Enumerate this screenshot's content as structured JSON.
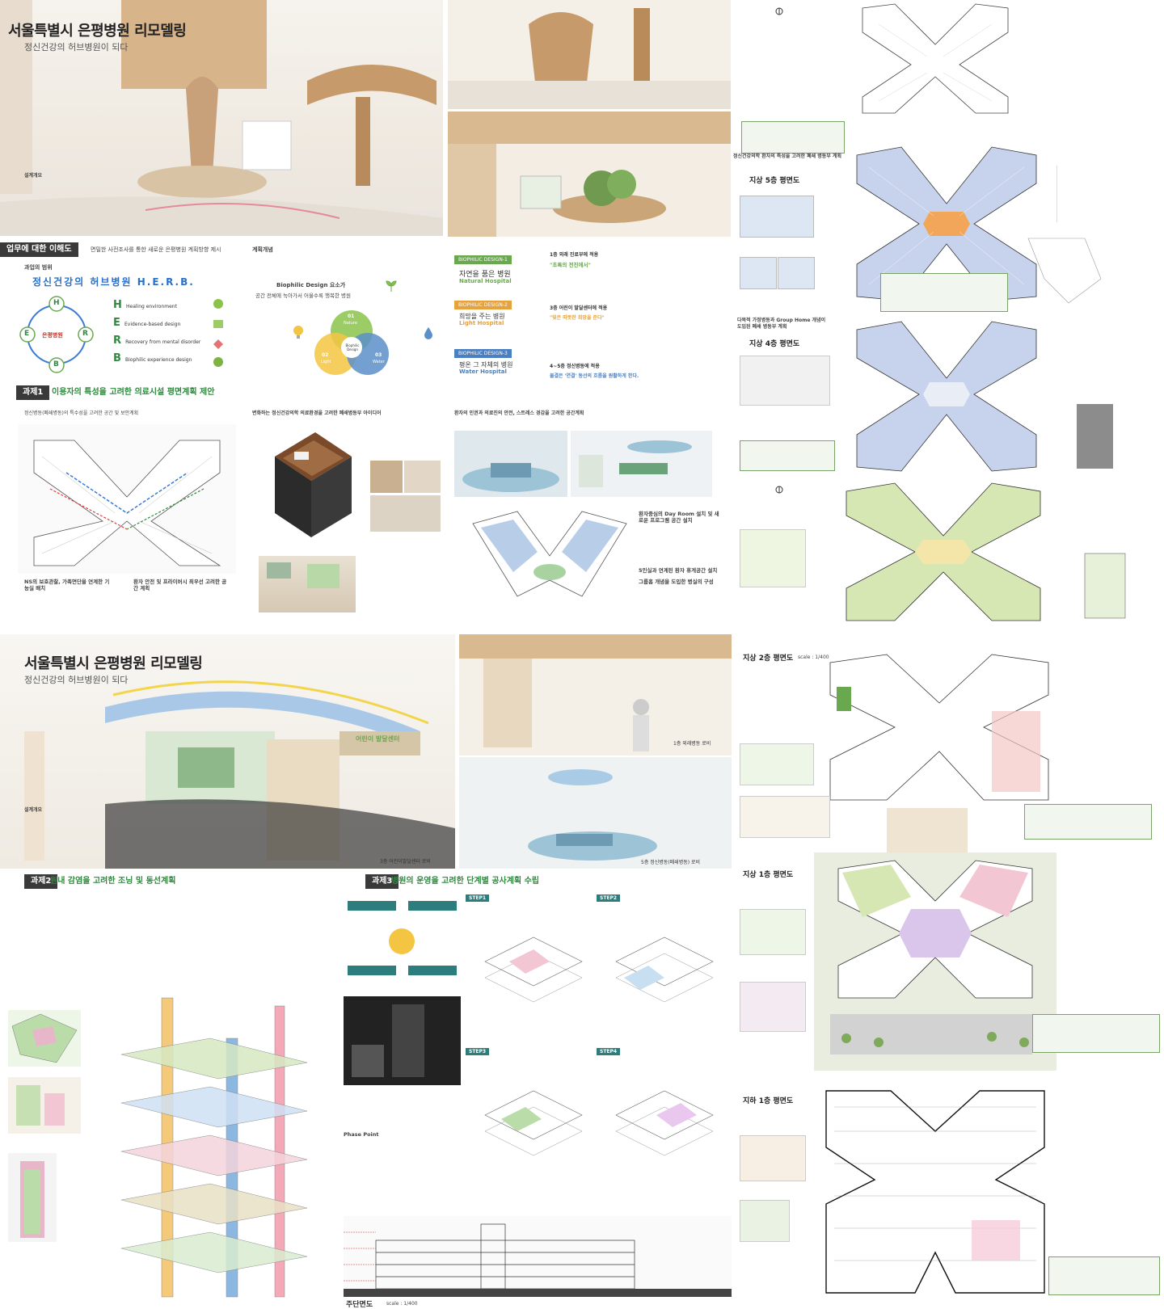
{
  "board1": {
    "title": "서울특별시 은평병원 리모델링",
    "subtitle": "정신건강의 허브병원이 되다",
    "overview_title": "설계개요",
    "section_understanding": "업무에 대한 이해도",
    "section_understanding_desc": "면밀한 사전조사를 통한 새로운 은평병원 계획방향 제시",
    "scope_title": "과업의 범위",
    "herb_title": "정신건강의 허브병원 H.E.R.B.",
    "herb_center": "은평병원",
    "herb_items": [
      {
        "letter": "H",
        "label": "Healing environment"
      },
      {
        "letter": "E",
        "label": "Evidence-based design"
      },
      {
        "letter": "R",
        "label": "Recovery from mental disorder"
      },
      {
        "letter": "B",
        "label": "Biophilic experience design"
      }
    ],
    "concept_title": "계획개념",
    "biophilic_title": "Biophilic Design 요소가",
    "biophilic_sub": "공간 전체에 녹아가서 어울수록 행복한 병원",
    "venn": [
      {
        "num": "01",
        "label": "Nature"
      },
      {
        "num": "02",
        "label": "Light"
      },
      {
        "num": "03",
        "label": "Water"
      }
    ],
    "venn_center": "Biophilic Design",
    "design_items": [
      {
        "badge": "BIOPHILIC DESIGN-1",
        "title": "자연을 품은 병원",
        "en": "Natural Hospital",
        "floor": "1층 외래 진료부에 적용",
        "quote": "\"초록의 전진에서\""
      },
      {
        "badge": "BIOPHILIC DESIGN-2",
        "title": "희망을 주는 병원",
        "en": "Light Hospital",
        "floor": "3층 어린이 발달센터에 적용",
        "quote": "\"빛은 따뜻한 희망을 준다\""
      },
      {
        "badge": "BIOPHILIC DESIGN-3",
        "title": "평온 그 자체의 병원",
        "en": "Water Hospital",
        "floor": "4~5층 정신병동에 적용",
        "quote": "물결은 '연결' 동선의 흐름을 원활하게 한다."
      }
    ],
    "task1_band": "과제1",
    "task1_title": "이용자의 특성을 고려한 의료시설 평면계획 제안",
    "task1_sub1": "정신병동(폐쇄병동)의 특수성을 고려한 공간 및 보안계획",
    "task1_sub2": "변화하는 정신건강의학 의료환경을 고려한 폐쇄병동부 아이디어",
    "task1_sub3": "환자의 인권과 의료진의 안전, 스트레스 경감을 고려한 공간계획",
    "ns_title": "NS의 보호관찰, 가족면단을 연계한 기능실 배치",
    "safe_title": "환자 안전 및 프라이버시 최우선 고려한 공간 계획",
    "dayroom_title": "환자중심의 Day Room 설치 및 새로운 프로그램 공간 설치",
    "rest_title": "5인실과 연계된 환자 휴게공간 설치",
    "group_title": "그룹홈 개념을 도입한 병실의 구성"
  },
  "board2": {
    "floor5": "지상 5층 평면도",
    "floor4": "지상 4층 평면도",
    "section1": "정신건강의학 환자의 특성을 고려한 폐쇄 병동부 계획",
    "section2": "다목적 가정병동과 Group Home 개념이 도입된 폐쇄 병동부 계획"
  },
  "board3": {
    "title": "서울특별시 은평병원 리모델링",
    "subtitle": "정신건강의 허브병원이 되다",
    "overview_title": "설계개요",
    "sign": "어린이 발달센터",
    "caption1": "3층 어린이발달센터 로비",
    "caption2": "1층 외래병동 로비",
    "caption3": "5층 정신병동(폐쇄병동) 로비",
    "task2_band": "과제2",
    "task2_title": "원내 감염을 고려한 조닝 및 동선계획",
    "task3_band": "과제3",
    "task3_title": "병원의 운영을 고려한 단계별 공사계획 수립",
    "steps": [
      "STEP1",
      "STEP2",
      "STEP3",
      "STEP4"
    ],
    "phase_point": "Phase Point",
    "section_title": "주단면도",
    "section_scale": "scale : 1/400"
  },
  "board4": {
    "floor2": "지상 2층 평면도",
    "floor2_scale": "scale : 1/400",
    "floor1": "지상 1층 평면도",
    "floorB1": "지하 1층 평면도"
  }
}
